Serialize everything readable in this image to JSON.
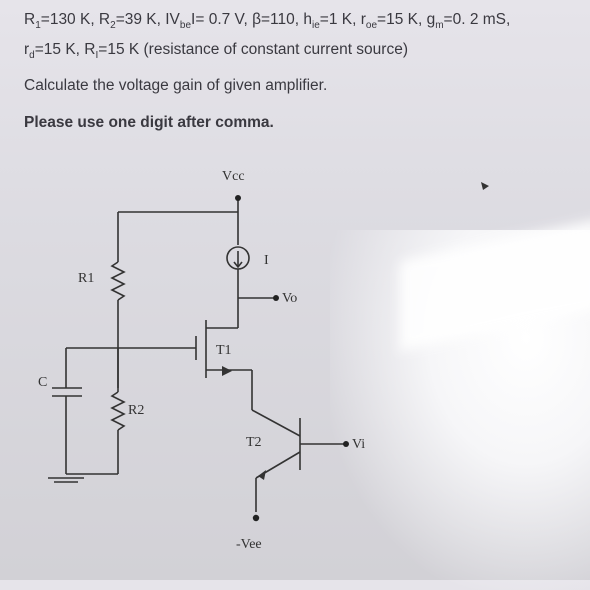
{
  "problem": {
    "line1": [
      {
        "t": "R"
      },
      {
        "s": "1"
      },
      {
        "t": "=130 K, R"
      },
      {
        "s": "2"
      },
      {
        "t": "=39 K, IV"
      },
      {
        "s": "be"
      },
      {
        "t": "I= 0.7 V, β=110, h"
      },
      {
        "s": "ie"
      },
      {
        "t": "=1 K, r"
      },
      {
        "s": "oe"
      },
      {
        "t": "=15 K, g"
      },
      {
        "s": "m"
      },
      {
        "t": "=0. 2 mS,"
      }
    ],
    "line2": [
      {
        "t": "r"
      },
      {
        "s": "d"
      },
      {
        "t": "=15 K, R"
      },
      {
        "s": "I"
      },
      {
        "t": "=15 K (resistance of constant current source)"
      }
    ],
    "question": "Calculate the voltage gain of given amplifier.",
    "instruction": "Please use one digit after comma."
  },
  "circuit": {
    "vcc": "Vcc",
    "current": "I",
    "vo": "Vo",
    "r1": "R1",
    "t1": "T1",
    "c": "C",
    "r2": "R2",
    "t2": "T2",
    "vi": "Vi",
    "vee": "-Vee"
  }
}
